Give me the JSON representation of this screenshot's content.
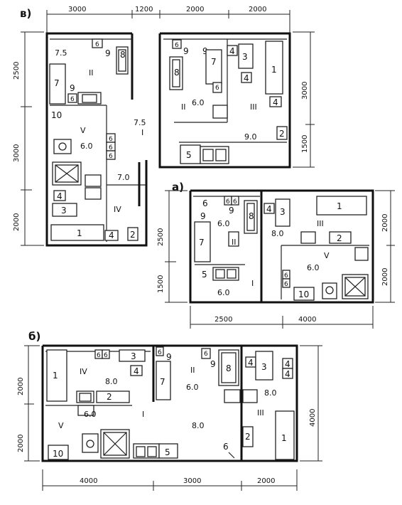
{
  "section_labels": {
    "a": "а)",
    "b": "б)",
    "v": "в)"
  },
  "dimensions": {
    "v_top": [
      "3000",
      "1200",
      "2000",
      "2000"
    ],
    "v_left": [
      "2500",
      "3000",
      "2000"
    ],
    "v_right": [
      "3000",
      "1500"
    ],
    "a_bottom": [
      "2500",
      "4000"
    ],
    "a_left": [
      "2500",
      "1500"
    ],
    "a_right": [
      "2000",
      "2000"
    ],
    "b_bottom": [
      "4000",
      "3000",
      "2000"
    ],
    "b_left": [
      "2000",
      "2000"
    ],
    "b_right": "4000"
  },
  "room_numerals": [
    "I",
    "II",
    "III",
    "IV",
    "V"
  ],
  "areas": [
    "7.5",
    "6.0",
    "9.0",
    "7.0",
    "8.0"
  ],
  "equipment_numbers": [
    "1",
    "2",
    "3",
    "4",
    "5",
    "6",
    "7",
    "8",
    "9",
    "10"
  ]
}
